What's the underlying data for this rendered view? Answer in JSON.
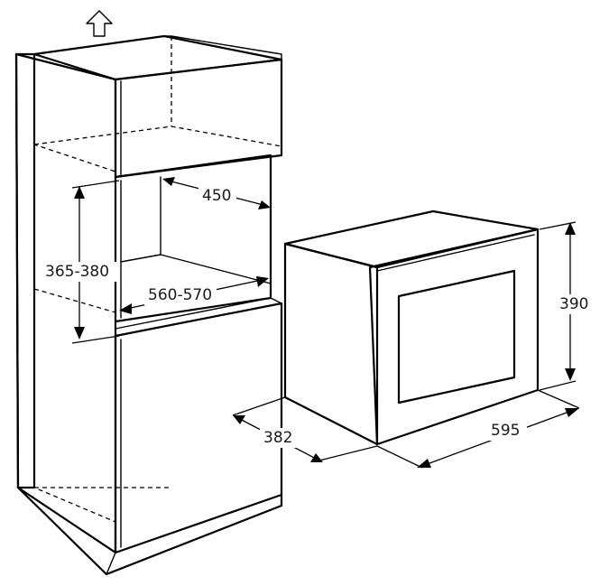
{
  "dimensions": {
    "niche_depth": "450",
    "niche_height": "365-380",
    "niche_width": "560-570",
    "appliance_depth": "382",
    "appliance_width": "595",
    "appliance_height": "390"
  },
  "icons": {
    "up_arrow": "up-arrow-outline-icon"
  }
}
